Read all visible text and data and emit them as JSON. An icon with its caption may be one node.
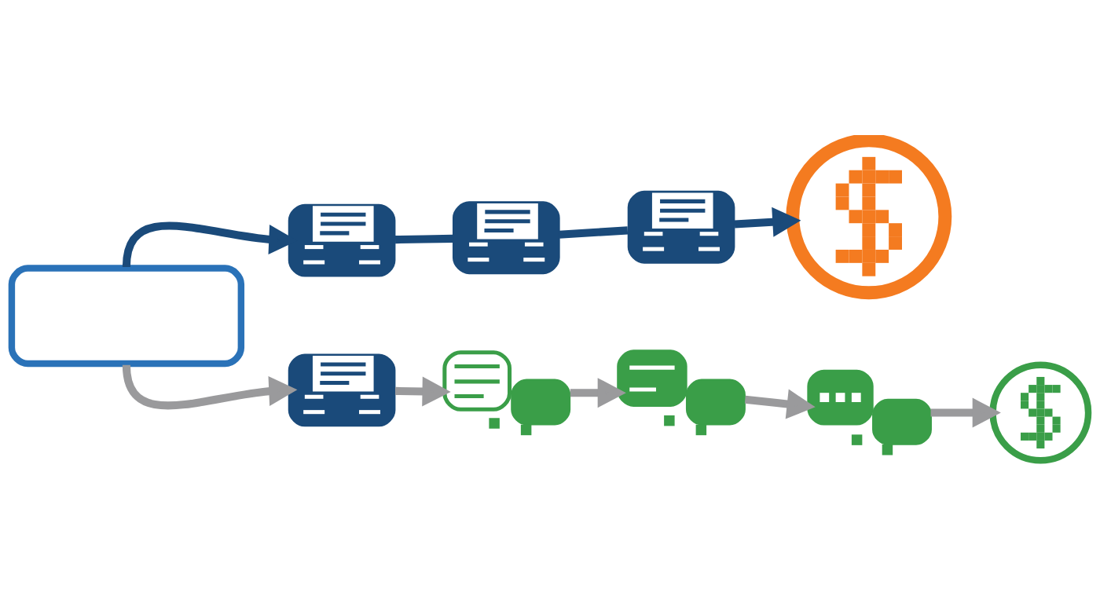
{
  "diagram": {
    "nodes": [
      {
        "text": [],
        "shape": "box"
      },
      {
        "text": [],
        "shape": "picture"
      },
      {
        "text": [],
        "shape": "picture"
      },
      {
        "text": [],
        "shape": "picture"
      },
      {
        "text": [],
        "shape": "circle"
      },
      {
        "text": [],
        "shape": "picture"
      },
      {
        "text": [],
        "shape": "picture"
      },
      {
        "text": [],
        "shape": "picture"
      },
      {
        "text": [],
        "shape": "picture"
      },
      {
        "text": [],
        "shape": "circle"
      }
    ],
    "edges": [
      {
        "from": 0,
        "to": 1,
        "arrow": "to",
        "color": "#1a4a7a"
      },
      {
        "from": 1,
        "to": 2,
        "arrow": "none",
        "color": "#1a4a7a"
      },
      {
        "from": 2,
        "to": 3,
        "arrow": "none",
        "color": "#1a4a7a"
      },
      {
        "from": 3,
        "to": 4,
        "arrow": "to",
        "color": "#1a4a7a"
      },
      {
        "from": 0,
        "to": 5,
        "arrow": "to"
      },
      {
        "from": 5,
        "to": 6,
        "arrow": "to"
      },
      {
        "from": 6,
        "to": 7,
        "arrow": "to"
      },
      {
        "from": 7,
        "to": 8,
        "arrow": "to"
      },
      {
        "from": 8,
        "to": 9,
        "arrow": "to"
      }
    ]
  }
}
